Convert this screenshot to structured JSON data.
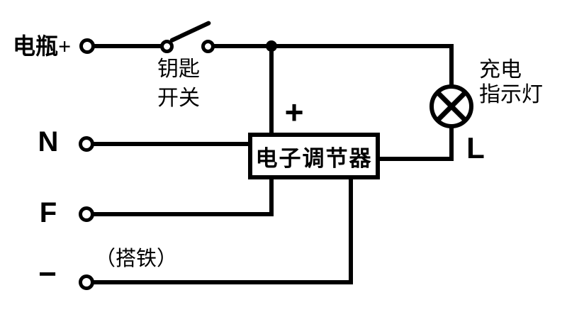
{
  "diagram": {
    "background": "#ffffff",
    "line_color": "#000000",
    "terminals": [
      {
        "id": "battery-plus",
        "label": "电瓶+"
      },
      {
        "id": "n",
        "label": "N"
      },
      {
        "id": "f",
        "label": "F"
      },
      {
        "id": "minus",
        "label": "−",
        "note": "（搭铁）"
      }
    ],
    "switch": {
      "label_line1": "钥匙",
      "label_line2": "开关"
    },
    "regulator": {
      "label": "电子调节器",
      "input_sign": "+"
    },
    "lamp": {
      "label_line1": "充电",
      "label_line2": "指示灯",
      "terminal_label": "L"
    }
  }
}
